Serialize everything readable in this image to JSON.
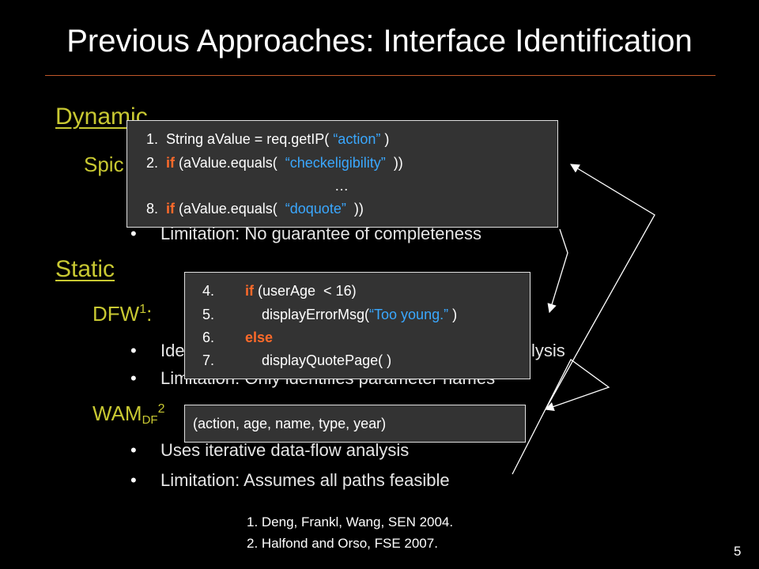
{
  "slide": {
    "title": "Previous Approaches: Interface Identification",
    "page_number": "5"
  },
  "dynamic": {
    "heading": "Dynamic",
    "spider_label": "Spic",
    "limitation": "Limitation: No guarantee of completeness"
  },
  "static": {
    "heading": "Static",
    "dfw": {
      "label": "DFW",
      "sup": "1",
      "colon": ":"
    },
    "dfw_bullet_1": "Ide",
    "dfw_bullet_1_tail": "lysis",
    "dfw_bullet_2": "Limitation: Only identifies parameter names",
    "wam": {
      "label": "WAM",
      "sub": "DF",
      "sup": "2"
    },
    "wam_bullet_1": "Uses iterative data-flow analysis",
    "wam_bullet_2": "Limitation: Assumes all paths feasible"
  },
  "code_box_1": {
    "l1_prefix": "1.  String aValue = req.getIP( ",
    "l1_str": "“action”",
    "l1_suffix": " )",
    "l2_num": "2.  ",
    "l2_kw": "if",
    "l2_mid": " (aValue.equals(  ",
    "l2_str": "“checkeligibility”",
    "l2_suffix": "  ))",
    "l3": "…",
    "l4_num": "8.  ",
    "l4_kw": "if",
    "l4_mid": " (aValue.equals(  ",
    "l4_str": "“doquote”",
    "l4_suffix": "  ))"
  },
  "code_box_2": {
    "l1_num": "4.",
    "l1_kw": "if",
    "l1_rest": " (userAge  < 16)",
    "l2_num": "5.",
    "l2_pre": "displayErrorMsg(",
    "l2_str": "“Too young.”",
    "l2_suf": " )",
    "l3_num": "6.",
    "l3_kw": "else",
    "l4_num": "7.",
    "l4_rest": "displayQuotePage( )"
  },
  "code_box_3": {
    "text": "(action, age, name, type, year)"
  },
  "references": [
    "1.    Deng, Frankl, Wang, SEN 2004.",
    "2.    Halfond and Orso, FSE 2007."
  ],
  "bullet_glyph": "•",
  "colors": {
    "background": "#000000",
    "heading": "#c8c832",
    "keyword": "#ff6a2a",
    "string": "#3aa8ff",
    "rule": "#c0582a",
    "code_bg": "#333333"
  }
}
